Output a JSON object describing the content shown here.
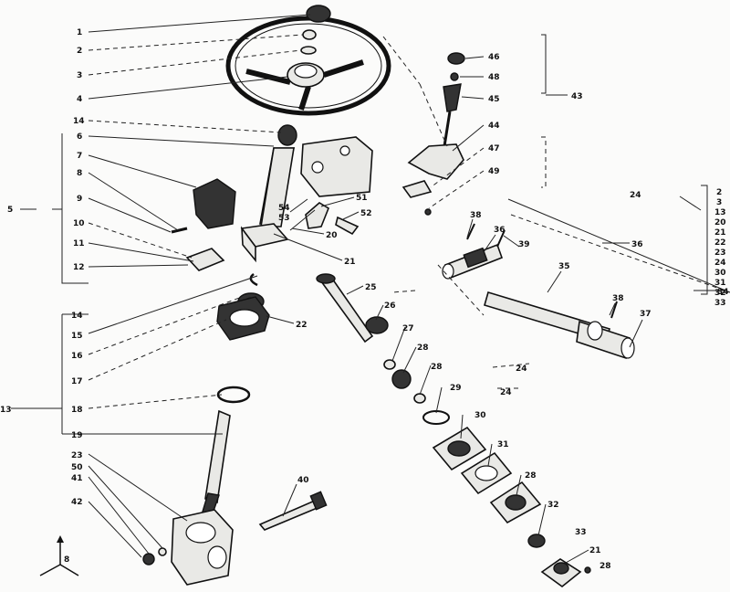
{
  "diagram": {
    "labels": [
      {
        "id": "c1",
        "text": "1"
      },
      {
        "id": "c2",
        "text": "2"
      },
      {
        "id": "c3",
        "text": "3"
      },
      {
        "id": "c4",
        "text": "4"
      },
      {
        "id": "c14",
        "text": "14"
      },
      {
        "id": "c6",
        "text": "6"
      },
      {
        "id": "c7",
        "text": "7"
      },
      {
        "id": "c8",
        "text": "8"
      },
      {
        "id": "c9",
        "text": "9"
      },
      {
        "id": "c10",
        "text": "10"
      },
      {
        "id": "c11",
        "text": "11"
      },
      {
        "id": "c12",
        "text": "12"
      },
      {
        "id": "c5",
        "text": "5"
      },
      {
        "id": "c14b",
        "text": "14"
      },
      {
        "id": "c15",
        "text": "15"
      },
      {
        "id": "c16",
        "text": "16"
      },
      {
        "id": "c17",
        "text": "17"
      },
      {
        "id": "c18",
        "text": "18"
      },
      {
        "id": "c19",
        "text": "19"
      },
      {
        "id": "c13",
        "text": "13"
      },
      {
        "id": "c23",
        "text": "23"
      },
      {
        "id": "c50",
        "text": "50"
      },
      {
        "id": "c41",
        "text": "41"
      },
      {
        "id": "c42",
        "text": "42"
      },
      {
        "id": "c40",
        "text": "40"
      },
      {
        "id": "c54",
        "text": "54"
      },
      {
        "id": "c53",
        "text": "53"
      },
      {
        "id": "c51",
        "text": "51"
      },
      {
        "id": "c52",
        "text": "52"
      },
      {
        "id": "c20",
        "text": "20"
      },
      {
        "id": "c21",
        "text": "21"
      },
      {
        "id": "c22",
        "text": "22"
      },
      {
        "id": "c25",
        "text": "25"
      },
      {
        "id": "c26",
        "text": "26"
      },
      {
        "id": "c27",
        "text": "27"
      },
      {
        "id": "c28",
        "text": "28"
      },
      {
        "id": "c28b",
        "text": "28"
      },
      {
        "id": "c29",
        "text": "29"
      },
      {
        "id": "c30",
        "text": "30"
      },
      {
        "id": "c31",
        "text": "31"
      },
      {
        "id": "c28c",
        "text": "28"
      },
      {
        "id": "c32",
        "text": "32"
      },
      {
        "id": "c33",
        "text": "33"
      },
      {
        "id": "c21b",
        "text": "21"
      },
      {
        "id": "c28d",
        "text": "28"
      },
      {
        "id": "c24",
        "text": "24"
      },
      {
        "id": "c46",
        "text": "46"
      },
      {
        "id": "c48",
        "text": "48"
      },
      {
        "id": "c45",
        "text": "45"
      },
      {
        "id": "c43",
        "text": "43"
      },
      {
        "id": "c44",
        "text": "44"
      },
      {
        "id": "c47",
        "text": "47"
      },
      {
        "id": "c49",
        "text": "49"
      },
      {
        "id": "c24b",
        "text": "24"
      },
      {
        "id": "c36",
        "text": "36"
      },
      {
        "id": "c38",
        "text": "38"
      },
      {
        "id": "c36b",
        "text": "36"
      },
      {
        "id": "c39",
        "text": "39"
      },
      {
        "id": "c35",
        "text": "35"
      },
      {
        "id": "c38b",
        "text": "38"
      },
      {
        "id": "c37",
        "text": "37"
      },
      {
        "id": "c34",
        "text": "34"
      },
      {
        "id": "c24c",
        "text": "24"
      }
    ],
    "right_group": [
      "2",
      "3",
      "13",
      "20",
      "21",
      "22",
      "23",
      "24",
      "30",
      "31",
      "32",
      "33"
    ],
    "axes": [
      "8"
    ]
  }
}
